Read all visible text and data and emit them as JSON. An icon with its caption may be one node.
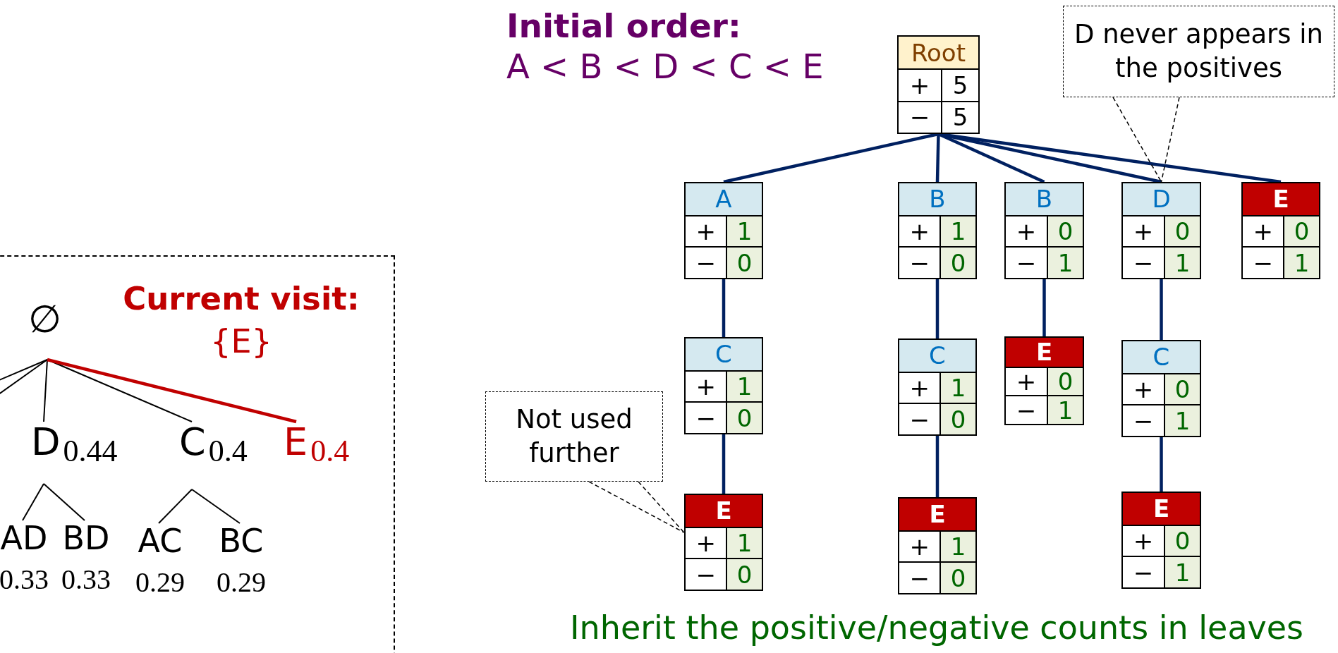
{
  "diagram": {
    "caption": "Inherit the positive/negative counts in leaves",
    "nodes": [
      {
        "text": [
          "Current visit:",
          "{E}"
        ]
      },
      {
        "text": [
          "∅"
        ],
        "in": 0
      },
      {
        "text": [
          "D",
          "0.44"
        ],
        "in": 0
      },
      {
        "text": [
          "C",
          "0.4"
        ],
        "in": 0
      },
      {
        "text": [
          "E",
          "0.4"
        ],
        "in": 0
      },
      {
        "text": [
          "AD",
          "0.33"
        ],
        "in": 0
      },
      {
        "text": [
          "BD",
          "0.33"
        ],
        "in": 0
      },
      {
        "text": [
          "AC",
          "0.29"
        ],
        "in": 0
      },
      {
        "text": [
          "BC",
          "0.29"
        ],
        "in": 0
      },
      {
        "text": [
          "Root",
          "+",
          "5",
          "−",
          "5"
        ]
      },
      {
        "text": [
          "D never appears in the positives"
        ]
      },
      {
        "text": [
          "A",
          "+",
          "1",
          "−",
          "0"
        ]
      },
      {
        "text": [
          "B",
          "+",
          "1",
          "−",
          "0"
        ]
      },
      {
        "text": [
          "B",
          "+",
          "0",
          "−",
          "1"
        ]
      },
      {
        "text": [
          "D",
          "+",
          "0",
          "−",
          "1"
        ]
      },
      {
        "text": [
          "E",
          "+",
          "0",
          "−",
          "1"
        ]
      },
      {
        "text": [
          "C",
          "+",
          "1",
          "−",
          "0"
        ]
      },
      {
        "text": [
          "C",
          "+",
          "1",
          "−",
          "0"
        ]
      },
      {
        "text": [
          "E",
          "+",
          "0",
          "−",
          "1"
        ]
      },
      {
        "text": [
          "C",
          "+",
          "0",
          "−",
          "1"
        ]
      },
      {
        "text": [
          "Not used further"
        ]
      },
      {
        "text": [
          "E",
          "+",
          "1",
          "−",
          "0"
        ]
      },
      {
        "text": [
          "E",
          "+",
          "1",
          "−",
          "0"
        ]
      },
      {
        "text": [
          "E",
          "+",
          "0",
          "−",
          "1"
        ]
      }
    ],
    "edges": [
      {
        "from": 1,
        "to": null,
        "arrow": "none",
        "color": "#000000"
      },
      {
        "from": 1,
        "to": null,
        "arrow": "none",
        "color": "#000000"
      },
      {
        "from": 1,
        "to": 2,
        "arrow": "none",
        "color": "#000000"
      },
      {
        "from": 1,
        "to": 3,
        "arrow": "none",
        "color": "#000000"
      },
      {
        "from": 1,
        "to": 4,
        "arrow": "none",
        "color": "#c00000"
      },
      {
        "from": 2,
        "to": 5,
        "arrow": "none",
        "color": "#000000"
      },
      {
        "from": 2,
        "to": 6,
        "arrow": "none",
        "color": "#000000"
      },
      {
        "from": 3,
        "to": 7,
        "arrow": "none",
        "color": "#000000"
      },
      {
        "from": 3,
        "to": 8,
        "arrow": "none",
        "color": "#000000"
      },
      {
        "from": 9,
        "to": 11,
        "arrow": "none"
      },
      {
        "from": 9,
        "to": 12,
        "arrow": "none"
      },
      {
        "from": 9,
        "to": 13,
        "arrow": "none"
      },
      {
        "from": 9,
        "to": 14,
        "arrow": "none"
      },
      {
        "from": 9,
        "to": 15,
        "arrow": "none"
      },
      {
        "from": 11,
        "to": 16,
        "arrow": "none"
      },
      {
        "from": 12,
        "to": 17,
        "arrow": "none"
      },
      {
        "from": 13,
        "to": 18,
        "arrow": "none"
      },
      {
        "from": 14,
        "to": 19,
        "arrow": "none"
      },
      {
        "from": 16,
        "to": 21,
        "arrow": "none"
      },
      {
        "from": 17,
        "to": 22,
        "arrow": "none"
      },
      {
        "from": 19,
        "to": 23,
        "arrow": "none"
      },
      {
        "from": 10,
        "to": 14,
        "arrow": "none",
        "style": "dashed",
        "color": "#000000"
      },
      {
        "from": 20,
        "to": 21,
        "arrow": "none",
        "style": "dashed",
        "color": "#000000"
      }
    ],
    "labels": [
      "Initial order:",
      "A < B < D < C < E"
    ]
  }
}
